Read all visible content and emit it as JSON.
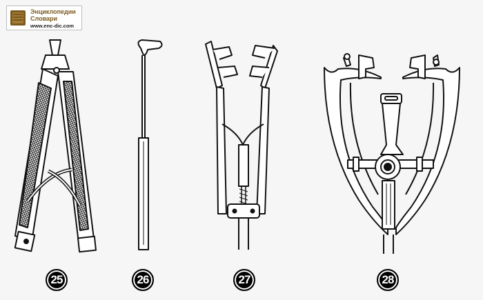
{
  "logo": {
    "title": "Энциклопедии Словари",
    "url": "www.enc-dic.com"
  },
  "figures": [
    {
      "id": "fig-25",
      "number": "25"
    },
    {
      "id": "fig-26",
      "number": "26"
    },
    {
      "id": "fig-27",
      "number": "27"
    },
    {
      "id": "fig-28",
      "number": "28"
    }
  ],
  "colors": {
    "ink": "#111111",
    "paper": "#f6f6f6",
    "badge": "#000000",
    "logo_brown": "#7a5a1e"
  }
}
